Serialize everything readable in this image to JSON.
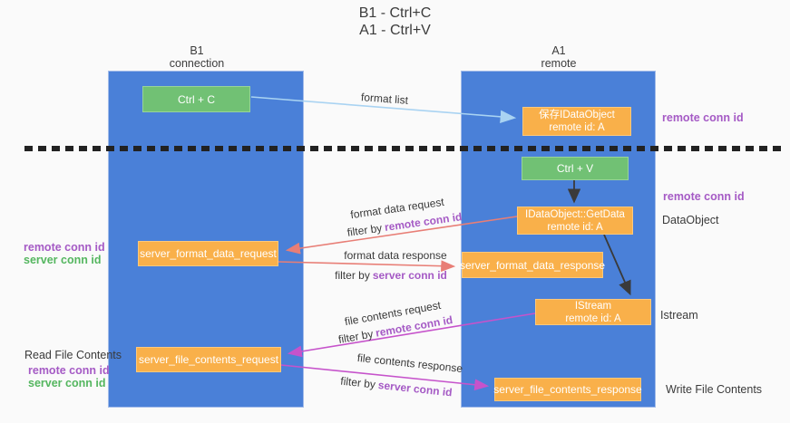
{
  "title": {
    "line1": "B1 - Ctrl+C",
    "line2": "A1 - Ctrl+V"
  },
  "columns": {
    "b1": {
      "name": "B1",
      "role": "connection"
    },
    "a1": {
      "name": "A1",
      "role": "remote"
    }
  },
  "boxes": {
    "ctrl_c": {
      "label": "Ctrl + C"
    },
    "save_idataobject": {
      "line1": "保存IDataObject",
      "line2": "remote id: A"
    },
    "ctrl_v": {
      "label": "Ctrl + V"
    },
    "idataobject_getdata": {
      "line1": "IDataObject::GetData",
      "line2": "remote id: A"
    },
    "server_format_data_request": {
      "label": "server_format_data_request"
    },
    "server_format_data_response": {
      "label": "server_format_data_response"
    },
    "istream": {
      "line1": "IStream",
      "line2": "remote id: A"
    },
    "server_file_contents_request": {
      "label": "server_file_contents_request"
    },
    "server_file_contents_response": {
      "label": "server_file_contents_response"
    }
  },
  "arrow_labels": {
    "format_list": "format list",
    "format_data_request": "format data request",
    "format_data_response": "format data response",
    "file_contents_request": "file contents request",
    "file_contents_response": "file contents response",
    "filter_by": "filter by"
  },
  "side_labels": {
    "remote_conn_id": "remote conn id",
    "server_conn_id": "server conn id",
    "dataobject": "DataObject",
    "istream": "Istream",
    "read_file_contents": "Read File Contents",
    "write_file_contents": "Write File Contents"
  },
  "colors": {
    "lane_blue": "#4a80d8",
    "box_orange": "#f9b04a",
    "box_green": "#71c174",
    "arrow_light_blue": "#a9d3f2",
    "arrow_salmon": "#e87e76",
    "arrow_magenta": "#c653cb",
    "arrow_black": "#3a3a3a",
    "separator_black": "#222222",
    "text_purple": "#a55ac5",
    "text_green": "#54b65f"
  }
}
